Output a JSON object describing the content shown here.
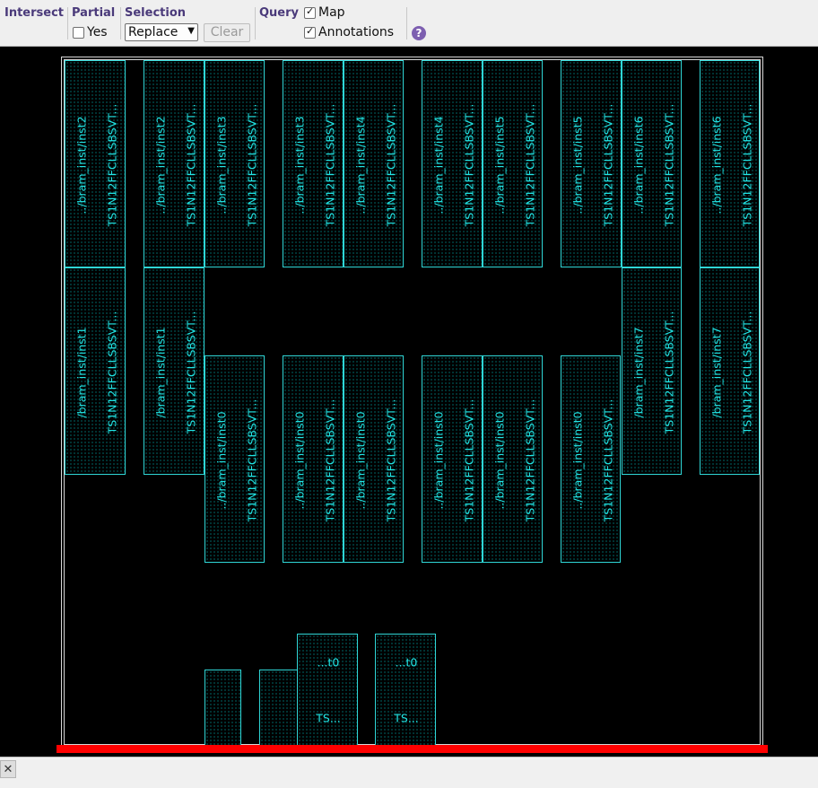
{
  "toolbar": {
    "intersect_label": "Intersect",
    "partial_label": "Partial",
    "partial_yes_label": "Yes",
    "partial_yes_checked": false,
    "selection_label": "Selection",
    "selection_value": "Replace",
    "clear_label": "Clear",
    "query_label": "Query",
    "map_label": "Map",
    "map_checked": true,
    "annotations_label": "Annotations",
    "annotations_checked": true,
    "help_icon": "question-mark-icon"
  },
  "layout_view": {
    "macros": [
      {
        "name": "../bram_inst/inst2",
        "type": "TS1N12FFCLLSBSVT..."
      },
      {
        "name": "../bram_inst/inst2",
        "type": "TS1N12FFCLLSBSVT..."
      },
      {
        "name": "../bram_inst/inst3",
        "type": "TS1N12FFCLLSBSVT..."
      },
      {
        "name": "../bram_inst/inst3",
        "type": "TS1N12FFCLLSBSVT..."
      },
      {
        "name": "../bram_inst/inst4",
        "type": "TS1N12FFCLLSBSVT..."
      },
      {
        "name": "../bram_inst/inst4",
        "type": "TS1N12FFCLLSBSVT..."
      },
      {
        "name": "../bram_inst/inst5",
        "type": "TS1N12FFCLLSBSVT..."
      },
      {
        "name": "../bram_inst/inst5",
        "type": "TS1N12FFCLLSBSVT..."
      },
      {
        "name": "../bram_inst/inst6",
        "type": "TS1N12FFCLLSBSVT..."
      },
      {
        "name": "../bram_inst/inst6",
        "type": "TS1N12FFCLLSBSVT..."
      },
      {
        "name": "/bram_inst/inst1",
        "type": "TS1N12FFCLLSBSVT..."
      },
      {
        "name": "/bram_inst/inst1",
        "type": "TS1N12FFCLLSBSVT..."
      },
      {
        "name": "../bram_inst/inst0",
        "type": "TS1N12FFCLLSBSVT..."
      },
      {
        "name": "../bram_inst/inst0",
        "type": "TS1N12FFCLLSBSVT..."
      },
      {
        "name": "../bram_inst/inst0",
        "type": "TS1N12FFCLLSBSVT..."
      },
      {
        "name": "../bram_inst/inst0",
        "type": "TS1N12FFCLLSBSVT..."
      },
      {
        "name": "../bram_inst/inst0",
        "type": "TS1N12FFCLLSBSVT..."
      },
      {
        "name": "../bram_inst/inst0",
        "type": "TS1N12FFCLLSBSVT..."
      },
      {
        "name": "/bram_inst/inst7",
        "type": "TS1N12FFCLLSBSVT..."
      },
      {
        "name": "/bram_inst/inst7",
        "type": "TS1N12FFCLLSBSVT..."
      }
    ],
    "small_macros": [
      {
        "name": "...t0",
        "type": "TS..."
      },
      {
        "name": "...t0",
        "type": "TS..."
      }
    ],
    "colors": {
      "macro_outline": "#2fd6d6",
      "label": "#22e5e5",
      "die_outline": "#d8d8d8",
      "highlight_bar": "#ff0000",
      "background": "#000000"
    }
  },
  "statusbar": {
    "close_icon": "close-icon",
    "close_glyph": "✕"
  }
}
